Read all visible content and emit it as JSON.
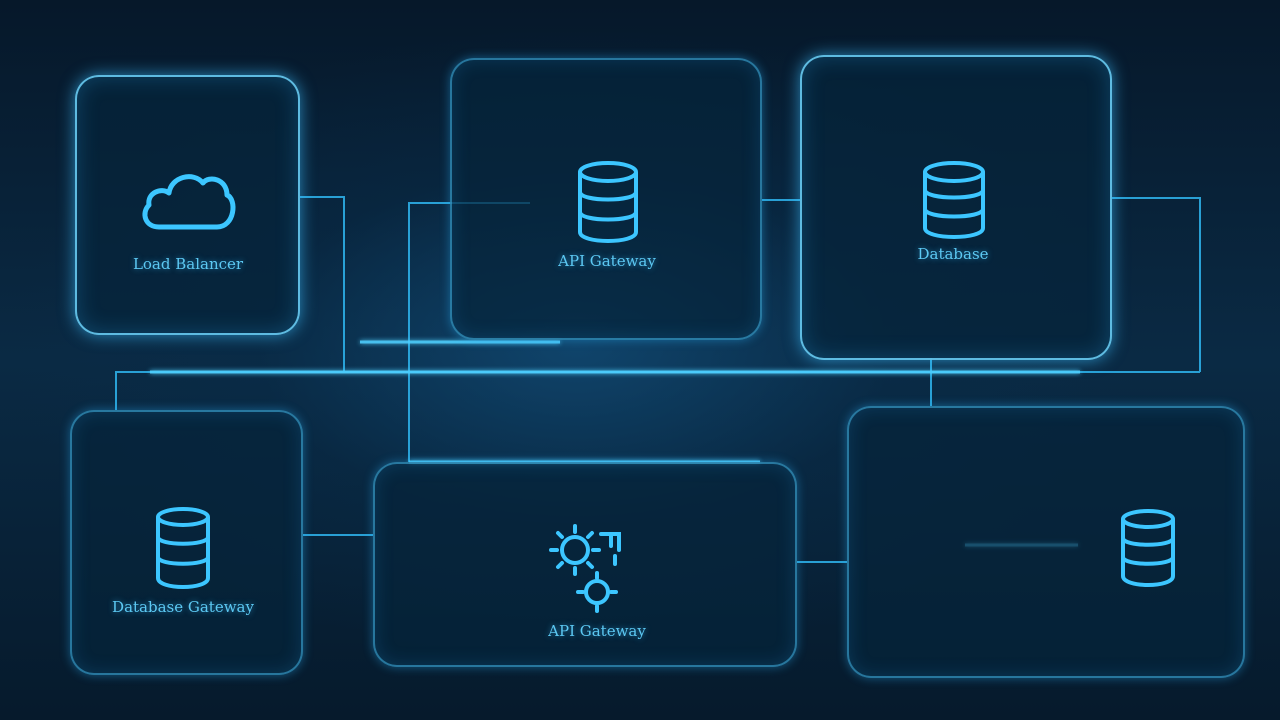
{
  "nodes": {
    "load_balancer": {
      "label": "Load Balancer",
      "icon": "cloud-icon"
    },
    "api_gateway_top": {
      "label": "API Gateway",
      "icon": "database-icon"
    },
    "database_top_right": {
      "label": "Database",
      "icon": "database-icon"
    },
    "database_bottom_left": {
      "label": "Database Gateway",
      "icon": "database-icon"
    },
    "api_gateway_bottom": {
      "label": "API Gateway",
      "icon": "gears-icon"
    },
    "storage_bottom_right": {
      "label": "",
      "icon": "database-icon"
    }
  },
  "colors": {
    "background": "#06182a",
    "accent": "#3fc4ff",
    "label": "#5cc8f2"
  }
}
